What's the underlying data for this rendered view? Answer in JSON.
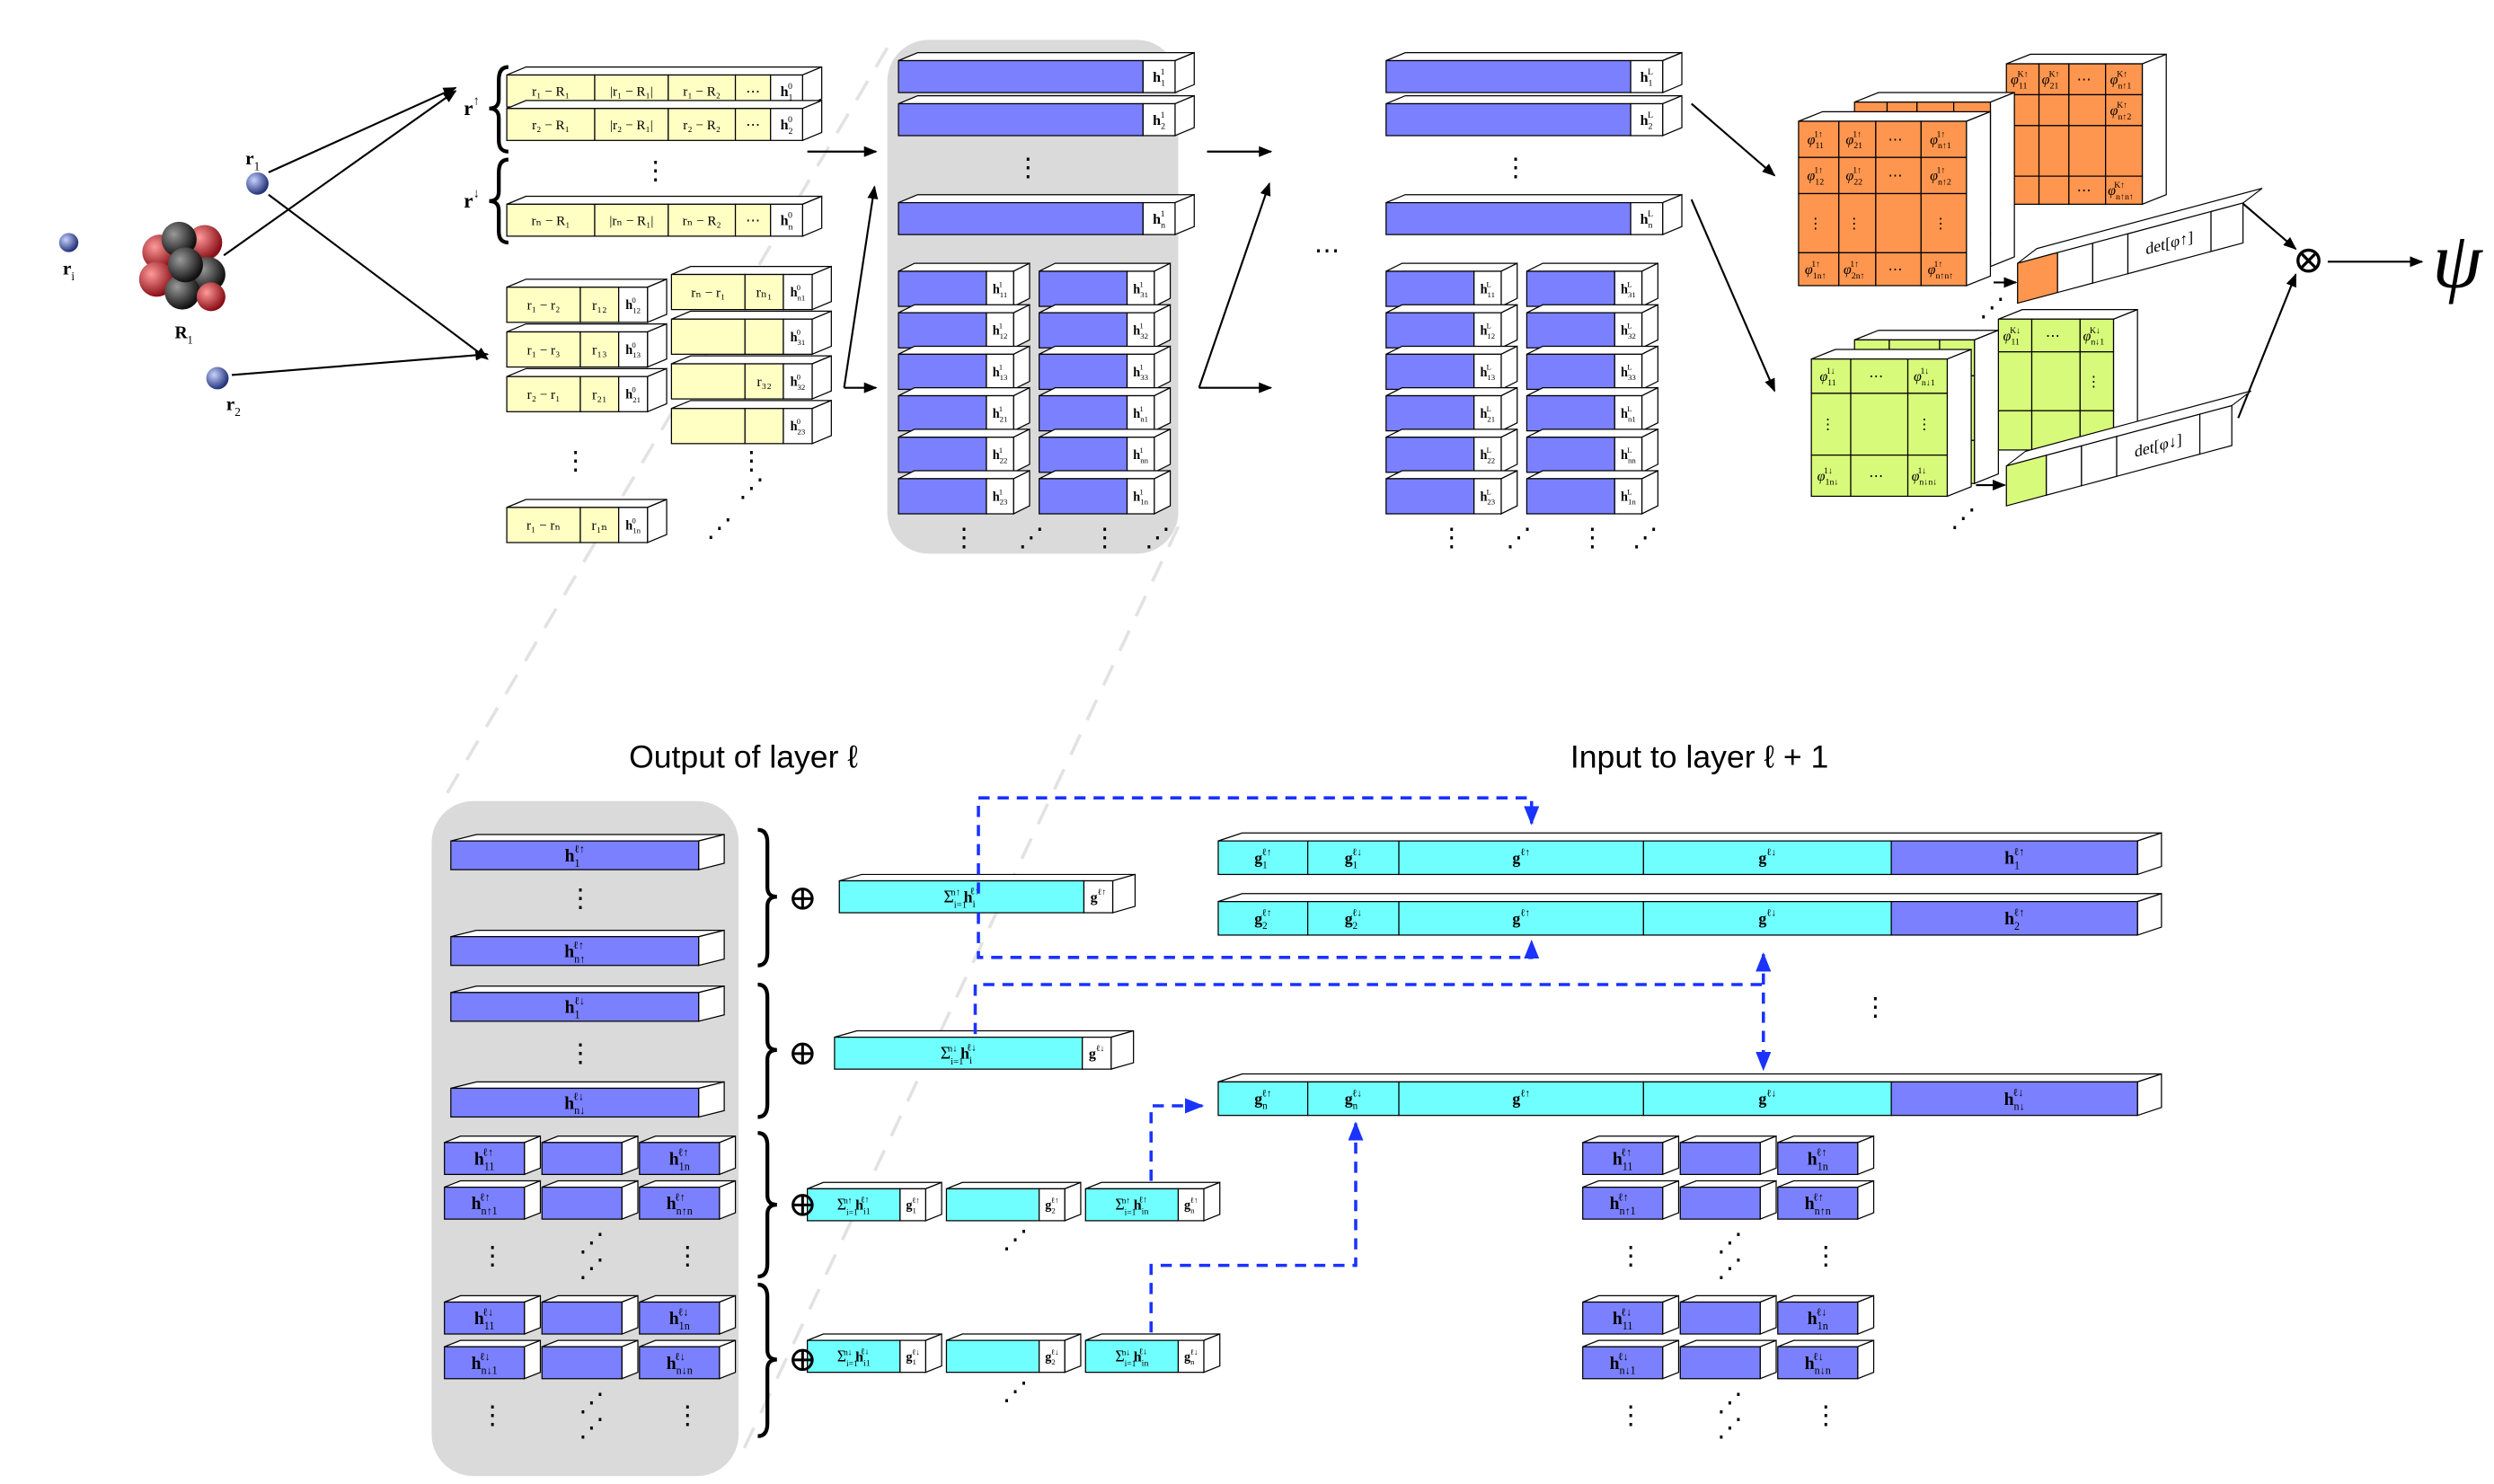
{
  "colors": {
    "input_yellow": "#ffffc4",
    "hidden_blue": "#7b80ff",
    "pooled_cyan": "#70ffff",
    "orbital_up_orange": "#ff964f",
    "orbital_down_green": "#d8fa7a",
    "panel_gray": "#dadada",
    "dashed_blue": "#1a33ff"
  },
  "symbols": {
    "vdots": "⋮",
    "diag_dots": "⋰",
    "hdots": "⋯",
    "oplus": "⊕",
    "otimes": "⊗",
    "psi": "ψ"
  },
  "top": {
    "electrons": {
      "ri": {
        "b": "r",
        "sub": "i"
      },
      "r1": {
        "b": "r",
        "sub": "1"
      },
      "r2": {
        "b": "r",
        "sub": "2"
      },
      "R1": {
        "b": "R",
        "sub": "1"
      }
    },
    "spin_up": {
      "b": "r",
      "sup": "↑"
    },
    "spin_down": {
      "b": "r",
      "sup": "↓"
    },
    "single_rows": [
      {
        "cells": [
          "r₁ − R₁",
          "|r₁ − R₁|",
          "r₁ − R₂",
          "⋯"
        ],
        "h": {
          "b": "h",
          "sub": "1",
          "sup": "0"
        }
      },
      {
        "cells": [
          "r₂ − R₁",
          "|r₂ − R₁|",
          "r₂ − R₂",
          "⋯"
        ],
        "h": {
          "b": "h",
          "sub": "2",
          "sup": "0"
        }
      },
      {
        "cells": [
          "rₙ − R₁",
          "|rₙ − R₁|",
          "rₙ − R₂",
          "⋯"
        ],
        "h": {
          "b": "h",
          "sub": "n",
          "sup": "0"
        }
      }
    ],
    "pair_boxes": [
      {
        "cells": [
          "rₙ − r₁",
          "rₙ₁"
        ],
        "h": {
          "b": "h",
          "sub": "n1",
          "sup": "0"
        }
      },
      {
        "cells": [
          "",
          ""
        ],
        "h": {
          "b": "h",
          "sub": "31",
          "sup": "0"
        }
      },
      {
        "cells": [
          "r₂ − r₁",
          "r₂₁"
        ],
        "h": {
          "b": "h",
          "sub": "21",
          "sup": "0"
        }
      },
      {
        "cells": [
          "",
          "r₃₂"
        ],
        "h": {
          "b": "h",
          "sub": "32",
          "sup": "0"
        }
      },
      {
        "cells": [
          "r₁ − r₂",
          "r₁₂"
        ],
        "h": {
          "b": "h",
          "sub": "12",
          "sup": "0"
        }
      },
      {
        "cells": [
          "",
          ""
        ],
        "h": {
          "b": "h",
          "sub": "23",
          "sup": "0"
        }
      },
      {
        "cells": [
          "r₁ − r₃",
          "r₁₃"
        ],
        "h": {
          "b": "h",
          "sub": "13",
          "sup": "0"
        }
      },
      {
        "cells": [
          "r₁ − rₙ",
          "r₁ₙ"
        ],
        "h": {
          "b": "h",
          "sub": "1n",
          "sup": "0"
        }
      }
    ],
    "layer1": {
      "single": [
        {
          "b": "h",
          "sub": "1",
          "sup": "1"
        },
        {
          "b": "h",
          "sub": "2",
          "sup": "1"
        },
        {
          "b": "h",
          "sub": "n",
          "sup": "1"
        }
      ],
      "pairs": [
        {
          "b": "h",
          "sub": "n1",
          "sup": "1"
        },
        {
          "b": "h",
          "sub": "31",
          "sup": "1"
        },
        {
          "b": "h",
          "sub": "21",
          "sup": "1"
        },
        {
          "b": "h",
          "sub": "11",
          "sup": "1"
        },
        {
          "b": "h",
          "sub": "32",
          "sup": "1"
        },
        {
          "b": "h",
          "sub": "22",
          "sup": "1"
        },
        {
          "b": "h",
          "sub": "12",
          "sup": "1"
        },
        {
          "b": "h",
          "sub": "33",
          "sup": "1"
        },
        {
          "b": "h",
          "sub": "23",
          "sup": "1"
        },
        {
          "b": "h",
          "sub": "13",
          "sup": "1"
        },
        {
          "b": "h",
          "sub": "nn",
          "sup": "1"
        },
        {
          "b": "h",
          "sub": "1n",
          "sup": "1"
        }
      ]
    },
    "layerL": {
      "single": [
        {
          "b": "h",
          "sub": "1",
          "sup": "L"
        },
        {
          "b": "h",
          "sub": "2",
          "sup": "L"
        },
        {
          "b": "h",
          "sub": "n",
          "sup": "L"
        }
      ],
      "pairs": [
        {
          "b": "h",
          "sub": "n1",
          "sup": "L"
        },
        {
          "b": "h",
          "sub": "31",
          "sup": "L"
        },
        {
          "b": "h",
          "sub": "21",
          "sup": "L"
        },
        {
          "b": "h",
          "sub": "11",
          "sup": "L"
        },
        {
          "b": "h",
          "sub": "32",
          "sup": "L"
        },
        {
          "b": "h",
          "sub": "22",
          "sup": "L"
        },
        {
          "b": "h",
          "sub": "12",
          "sup": "L"
        },
        {
          "b": "h",
          "sub": "33",
          "sup": "L"
        },
        {
          "b": "h",
          "sub": "23",
          "sup": "L"
        },
        {
          "b": "h",
          "sub": "13",
          "sup": "L"
        },
        {
          "b": "h",
          "sub": "nn",
          "sup": "L"
        },
        {
          "b": "h",
          "sub": "1n",
          "sup": "L"
        }
      ]
    },
    "orbitals_up": {
      "front": [
        [
          {
            "b": "φ",
            "sub": "11",
            "sup": "1↑"
          },
          {
            "b": "φ",
            "sub": "21",
            "sup": "1↑"
          },
          {
            "b": "⋯"
          },
          {
            "b": "φ",
            "sub": "n↑1",
            "sup": "1↑"
          }
        ],
        [
          {
            "b": "φ",
            "sub": "12",
            "sup": "1↑"
          },
          {
            "b": "φ",
            "sub": "22",
            "sup": "1↑"
          },
          {
            "b": "⋯"
          },
          {
            "b": "φ",
            "sub": "n↑2",
            "sup": "1↑"
          }
        ],
        [
          {
            "b": "⋮"
          },
          {
            "b": "⋮"
          },
          {
            "b": ""
          },
          {
            "b": "⋮"
          }
        ],
        [
          {
            "b": "φ",
            "sub": "1n↑",
            "sup": "1↑"
          },
          {
            "b": "φ",
            "sub": "2n↑",
            "sup": "1↑"
          },
          {
            "b": "⋯"
          },
          {
            "b": "φ",
            "sub": "n↑n↑",
            "sup": "1↑"
          }
        ]
      ],
      "back": [
        [
          {
            "b": "φ",
            "sub": "11",
            "sup": "K↑"
          },
          {
            "b": "φ",
            "sub": "21",
            "sup": "K↑"
          },
          {
            "b": "⋯"
          },
          {
            "b": "φ",
            "sub": "n↑1",
            "sup": "K↑"
          }
        ],
        [
          {
            "b": ""
          },
          {
            "b": ""
          },
          {
            "b": ""
          },
          {
            "b": "φ",
            "sub": "n↑2",
            "sup": "K↑"
          }
        ],
        [
          {
            "b": ""
          },
          {
            "b": ""
          },
          {
            "b": ""
          },
          {
            "b": ""
          }
        ],
        [
          {
            "b": ""
          },
          {
            "b": ""
          },
          {
            "b": "⋯"
          },
          {
            "b": "φ",
            "sub": "n↑n↑",
            "sup": "K↑"
          }
        ]
      ],
      "det": "det[φ↑]"
    },
    "orbitals_down": {
      "front": [
        [
          {
            "b": "φ",
            "sub": "11",
            "sup": "1↓"
          },
          {
            "b": "⋯"
          },
          {
            "b": "φ",
            "sub": "n↓1",
            "sup": "1↓"
          }
        ],
        [
          {
            "b": "⋮"
          },
          {
            "b": ""
          },
          {
            "b": "⋮"
          }
        ],
        [
          {
            "b": "φ",
            "sub": "1n↓",
            "sup": "1↓"
          },
          {
            "b": "⋯"
          },
          {
            "b": "φ",
            "sub": "n↓n↓",
            "sup": "1↓"
          }
        ]
      ],
      "back": [
        [
          {
            "b": "φ",
            "sub": "11",
            "sup": "K↓"
          },
          {
            "b": "⋯"
          },
          {
            "b": "φ",
            "sub": "n↓1",
            "sup": "K↓"
          }
        ],
        [
          {
            "b": ""
          },
          {
            "b": ""
          },
          {
            "b": "⋮"
          }
        ],
        [
          {
            "b": ""
          },
          {
            "b": ""
          },
          {
            "b": ""
          }
        ]
      ],
      "det": "det[φ↓]"
    }
  },
  "bottom": {
    "output_title": "Output of layer ℓ",
    "input_title": "Input to layer ℓ + 1",
    "singles": [
      {
        "b": "h",
        "sub": "1",
        "sup": "ℓ↑"
      },
      {
        "b": "h",
        "sub": "n↑",
        "sup": "ℓ↑"
      },
      {
        "b": "h",
        "sub": "1",
        "sup": "ℓ↓"
      },
      {
        "b": "h",
        "sub": "n↓",
        "sup": "ℓ↓"
      }
    ],
    "pairs": [
      {
        "b": "h",
        "sub": "1n",
        "sup": "ℓ↑"
      },
      {
        "b": "h",
        "sub": "11",
        "sup": "ℓ↑"
      },
      {
        "b": "h",
        "sub": "n↑n",
        "sup": "ℓ↑"
      },
      {
        "b": "h",
        "sub": "n↑1",
        "sup": "ℓ↑"
      },
      {
        "b": "h",
        "sub": "1n",
        "sup": "ℓ↓"
      },
      {
        "b": "h",
        "sub": "11",
        "sup": "ℓ↓"
      },
      {
        "b": "h",
        "sub": "n↓n",
        "sup": "ℓ↓"
      },
      {
        "b": "h",
        "sub": "n↓1",
        "sup": "ℓ↓"
      }
    ],
    "sum_up": {
      "label": {
        "pre": "Σ",
        "presub": "i=1",
        "presup": "n↑",
        "b": "h",
        "sub": "i",
        "sup": "ℓ↑"
      },
      "g": {
        "b": "g",
        "sup": "ℓ↑"
      }
    },
    "sum_down": {
      "label": {
        "pre": "Σ",
        "presub": "i=1",
        "presup": "n↓",
        "b": "h",
        "sub": "i",
        "sup": "ℓ↓"
      },
      "g": {
        "b": "g",
        "sup": "ℓ↓"
      }
    },
    "pair_sums": [
      {
        "label": {
          "pre": "Σ",
          "presub": "i=1",
          "presup": "n↑",
          "b": "h",
          "sub": "in",
          "sup": "ℓ↑"
        },
        "g": {
          "b": "g",
          "sub": "n",
          "sup": "ℓ↑"
        }
      },
      {
        "label": {
          "pre": "",
          "b": ""
        },
        "g": {
          "b": "g",
          "sub": "2",
          "sup": "ℓ↑"
        }
      },
      {
        "label": {
          "pre": "Σ",
          "presub": "i=1",
          "presup": "n↑",
          "b": "h",
          "sub": "i1",
          "sup": "ℓ↑"
        },
        "g": {
          "b": "g",
          "sub": "1",
          "sup": "ℓ↑"
        }
      },
      {
        "label": {
          "pre": "Σ",
          "presub": "i=1",
          "presup": "n↓",
          "b": "h",
          "sub": "in",
          "sup": "ℓ↓"
        },
        "g": {
          "b": "g",
          "sub": "n",
          "sup": "ℓ↓"
        }
      },
      {
        "label": {
          "pre": "",
          "b": ""
        },
        "g": {
          "b": "g",
          "sub": "2",
          "sup": "ℓ↓"
        }
      },
      {
        "label": {
          "pre": "Σ",
          "presub": "i=1",
          "presup": "n↓",
          "b": "h",
          "sub": "i1",
          "sup": "ℓ↓"
        },
        "g": {
          "b": "g",
          "sub": "1",
          "sup": "ℓ↓"
        }
      }
    ],
    "input_rows": [
      [
        {
          "b": "g",
          "sub": "1",
          "sup": "ℓ↑"
        },
        {
          "b": "g",
          "sub": "1",
          "sup": "ℓ↓"
        },
        {
          "b": "g",
          "sup": "ℓ↑"
        },
        {
          "b": "g",
          "sup": "ℓ↓"
        },
        {
          "b": "h",
          "sub": "1",
          "sup": "ℓ↑"
        }
      ],
      [
        {
          "b": "g",
          "sub": "2",
          "sup": "ℓ↑"
        },
        {
          "b": "g",
          "sub": "2",
          "sup": "ℓ↓"
        },
        {
          "b": "g",
          "sup": "ℓ↑"
        },
        {
          "b": "g",
          "sup": "ℓ↓"
        },
        {
          "b": "h",
          "sub": "2",
          "sup": "ℓ↑"
        }
      ],
      [
        {
          "b": "g",
          "sub": "n",
          "sup": "ℓ↑"
        },
        {
          "b": "g",
          "sub": "n",
          "sup": "ℓ↓"
        },
        {
          "b": "g",
          "sup": "ℓ↑"
        },
        {
          "b": "g",
          "sup": "ℓ↓"
        },
        {
          "b": "h",
          "sub": "n↓",
          "sup": "ℓ↓"
        }
      ]
    ]
  }
}
